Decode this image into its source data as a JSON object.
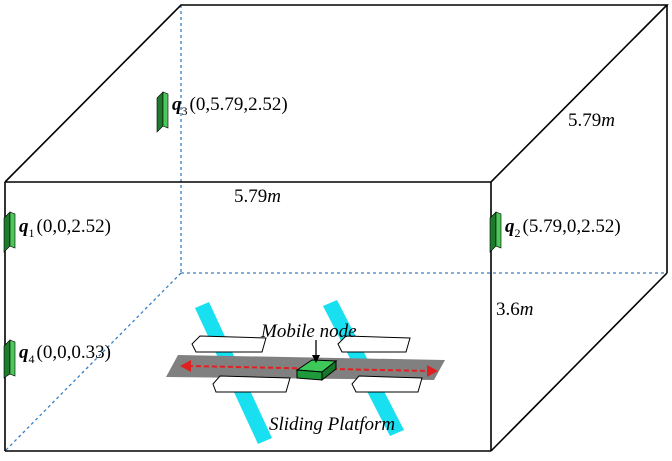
{
  "dimensions": {
    "top_width": "5.79",
    "top_depth": "5.79",
    "height": "3.6",
    "unit": "m"
  },
  "anchors": [
    {
      "symbol": "q",
      "index": "3",
      "coords": "(0,5.79,2.52)"
    },
    {
      "symbol": "q",
      "index": "1",
      "coords": "(0,0,2.52)"
    },
    {
      "symbol": "q",
      "index": "2",
      "coords": "(5.79,0,2.52)"
    },
    {
      "symbol": "q",
      "index": "4",
      "coords": "(0,0,0.33)"
    }
  ],
  "labels": {
    "mobile_node": "Mobile node",
    "sliding_platform": "Sliding Platform"
  },
  "colors": {
    "edge": "#000000",
    "hidden_edge": "#3a7fc4",
    "anchor_green": "#2e9a3e",
    "rail_cyan": "#19e0f0",
    "platform_gray": "#808080",
    "node_green": "#1f9a3a",
    "arrow_red": "#e02020"
  }
}
